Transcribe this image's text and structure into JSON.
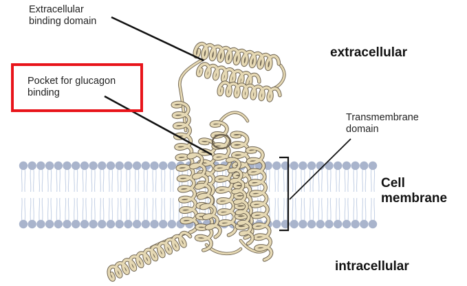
{
  "diagram": {
    "labels": {
      "extracellular_binding_domain": [
        "Extracellular",
        "binding domain"
      ],
      "glucagon_pocket": [
        "Pocket for glucagon",
        "binding"
      ],
      "transmembrane_domain": [
        "Transmembrane",
        "domain"
      ],
      "extracellular": "extracellular",
      "cell_membrane": [
        "Cell",
        "membrane"
      ],
      "intracellular": "intracellular"
    },
    "colors": {
      "highlight_box": "#e8141a",
      "lipid_head": "#a9b4cc",
      "lipid_tail": "#c6d2e6",
      "protein_ribbon": "#e6d9b4",
      "protein_outline": "#6e6350",
      "leader_line": "#111111"
    }
  }
}
